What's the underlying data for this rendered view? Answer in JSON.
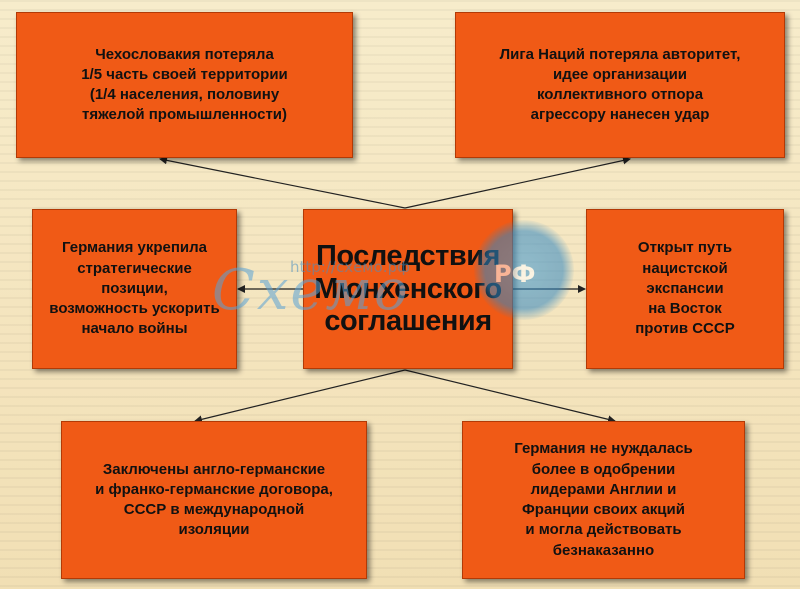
{
  "center": {
    "title": "Последствия\nМюнхенского\nсоглашения"
  },
  "boxes": {
    "top_left": "Чехословакия потеряла\n1/5 часть своей территории\n(1/4 населения, половину\nтяжелой промышленности)",
    "top_right": "Лига Наций потеряла авторитет,\nидее организации\nколлективного отпора\nагрессору нанесен удар",
    "mid_left": "Германия укрепила\nстратегические\nпозиции,\nвозможность ускорить\nначало войны",
    "mid_right": "Открыт путь\nнацистской\nэкспансии\nна Восток\nпротив СССР",
    "bottom_left": "Заключены англо-германские\nи франко-германские договора,\nСССР в международной\nизоляции",
    "bottom_right": "Германия не нуждалась\nболее в одобрении\nлидерами Англии и\nФранции своих акций\nи могла действовать\nбезнаказанно"
  },
  "watermark": {
    "url": "http://схемо.рф",
    "logo": "Схемо",
    "badge": "РФ"
  },
  "colors": {
    "box_fill": "#f05a16",
    "background": "#f4e4bd",
    "text": "#111111"
  }
}
